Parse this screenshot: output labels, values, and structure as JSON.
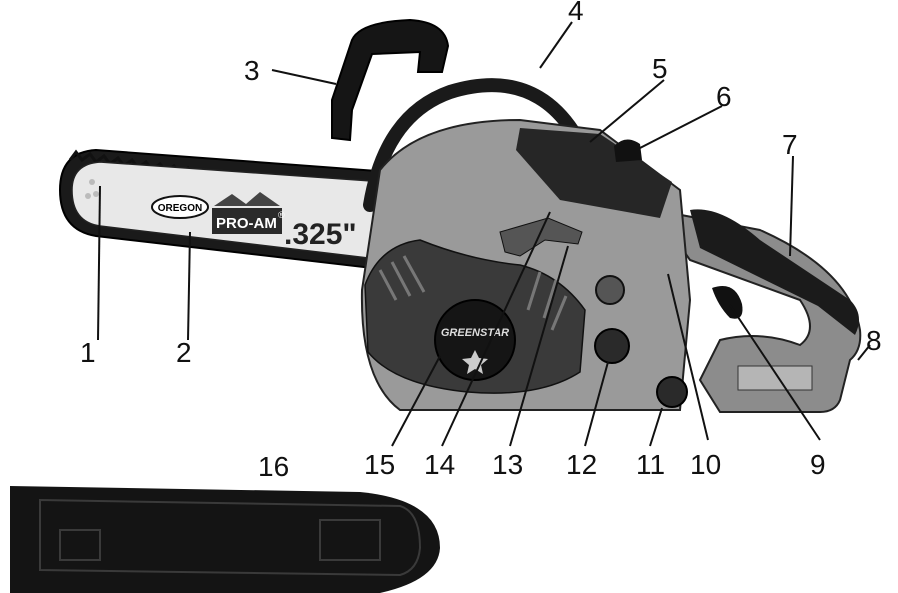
{
  "bar": {
    "brand": "OREGON",
    "model": "PRO-AM",
    "model_mark": "®",
    "gauge": ".325\""
  },
  "recoil": {
    "brand": "GREENSTAR"
  },
  "scabbard": {
    "mark": ""
  },
  "callouts": {
    "c1": "1",
    "c2": "2",
    "c3": "3",
    "c4": "4",
    "c5": "5",
    "c6": "6",
    "c7": "7",
    "c8": "8",
    "c9": "9",
    "c10": "10",
    "c11": "11",
    "c12": "12",
    "c13": "13",
    "c14": "14",
    "c15": "15",
    "c16": "16"
  }
}
